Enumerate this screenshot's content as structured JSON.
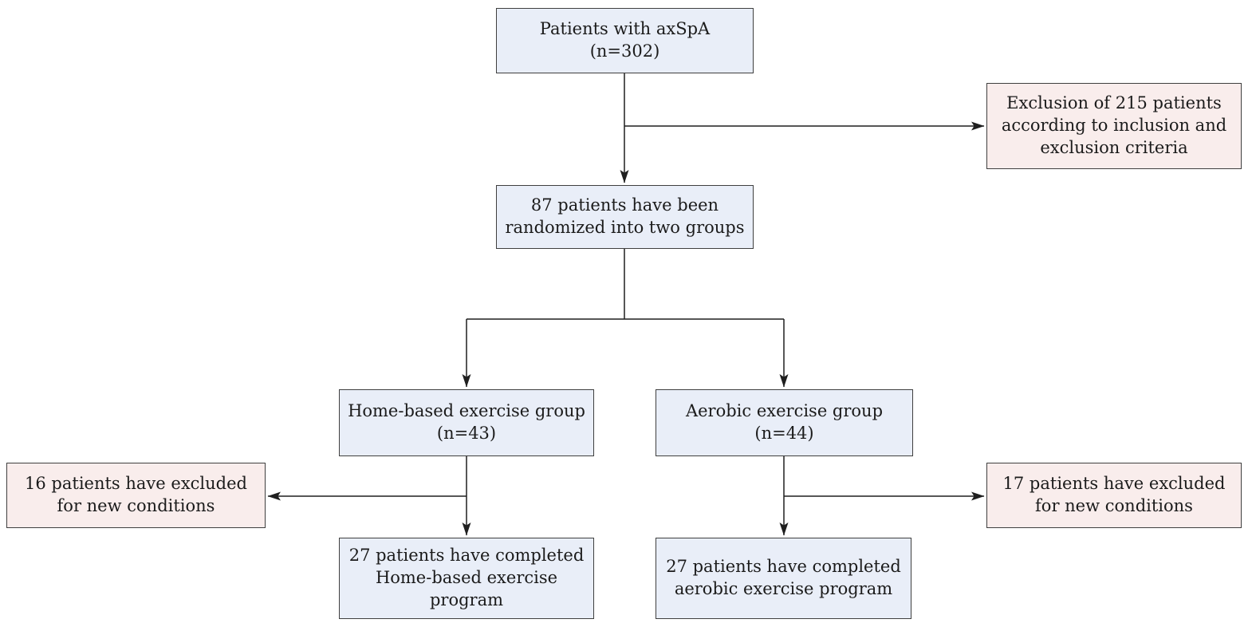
{
  "diagram": {
    "type": "flowchart",
    "nodes": {
      "patients": "Patients with axSpA (n=302)",
      "exclusion_initial": "Exclusion of 215 patients\naccording to inclusion and\nexclusion criteria",
      "randomized": "87 patients have been\nrandomized into two groups",
      "home_group": "Home-based exercise group\n(n=43)",
      "aerobic_group": "Aerobic exercise group (n=44)",
      "home_excluded": "16 patients have excluded\nfor new conditions",
      "aerobic_excluded": "17 patients have excluded\nfor new conditions",
      "home_completed": "27 patients have completed\nHome-based exercise program",
      "aerobic_completed": "27 patients have completed\naerobic exercise program"
    },
    "colors": {
      "main_node_fill": "#e9eef8",
      "exclusion_node_fill": "#f9edec",
      "node_border": "#3f3f3f",
      "connector": "#1f1f1f"
    }
  }
}
